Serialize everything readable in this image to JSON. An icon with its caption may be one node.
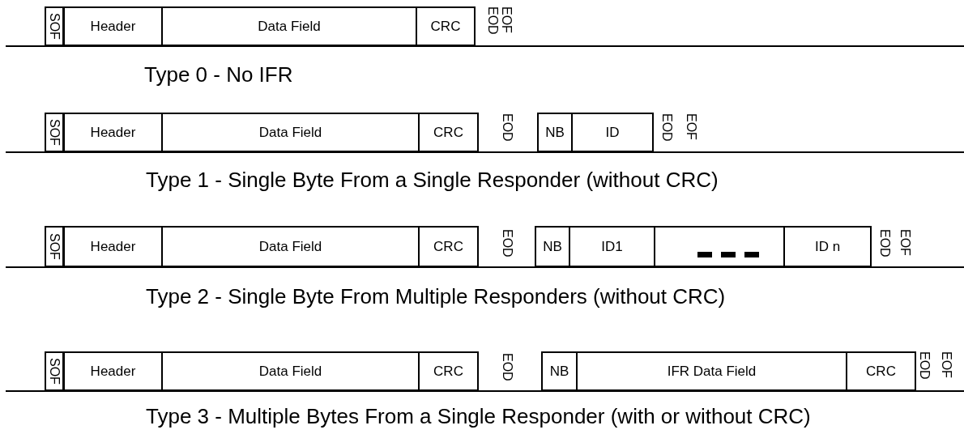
{
  "diagram": {
    "nodes": [
      {
        "text": [
          "SOF"
        ]
      },
      {
        "text": [
          "Header"
        ]
      },
      {
        "text": [
          "Data Field"
        ]
      },
      {
        "text": [
          "CRC"
        ]
      },
      {
        "text": [
          "SOF"
        ]
      },
      {
        "text": [
          "Header"
        ]
      },
      {
        "text": [
          "Data Field"
        ]
      },
      {
        "text": [
          "CRC"
        ]
      },
      {
        "text": [
          "NB"
        ]
      },
      {
        "text": [
          "ID"
        ]
      },
      {
        "text": [
          "SOF"
        ]
      },
      {
        "text": [
          "Header"
        ]
      },
      {
        "text": [
          "Data Field"
        ]
      },
      {
        "text": [
          "CRC"
        ]
      },
      {
        "text": [
          "NB"
        ]
      },
      {
        "text": [
          "ID1"
        ]
      },
      {
        "text": [],
        "shape": "box"
      },
      {
        "text": [
          "ID n"
        ]
      },
      {
        "text": [
          "SOF"
        ]
      },
      {
        "text": [
          "Header"
        ]
      },
      {
        "text": [
          "Data Field"
        ]
      },
      {
        "text": [
          "CRC"
        ]
      },
      {
        "text": [
          "NB"
        ]
      },
      {
        "text": [
          "IFR Data Field"
        ]
      },
      {
        "text": [
          "CRC"
        ]
      }
    ],
    "labels": [
      "EOD",
      "EOF",
      "Type 0 - No IFR",
      "EOD",
      "EOD",
      "EOF",
      "Type 1 - Single Byte From a Single Responder (without CRC)",
      "EOD",
      "EOD",
      "EOF",
      "Type 2 - Single Byte From Multiple Responders (without CRC)",
      "EOD",
      "EOD",
      "EOF",
      "Type 3 - Multiple Bytes From a Single Responder (with or without CRC)"
    ]
  }
}
